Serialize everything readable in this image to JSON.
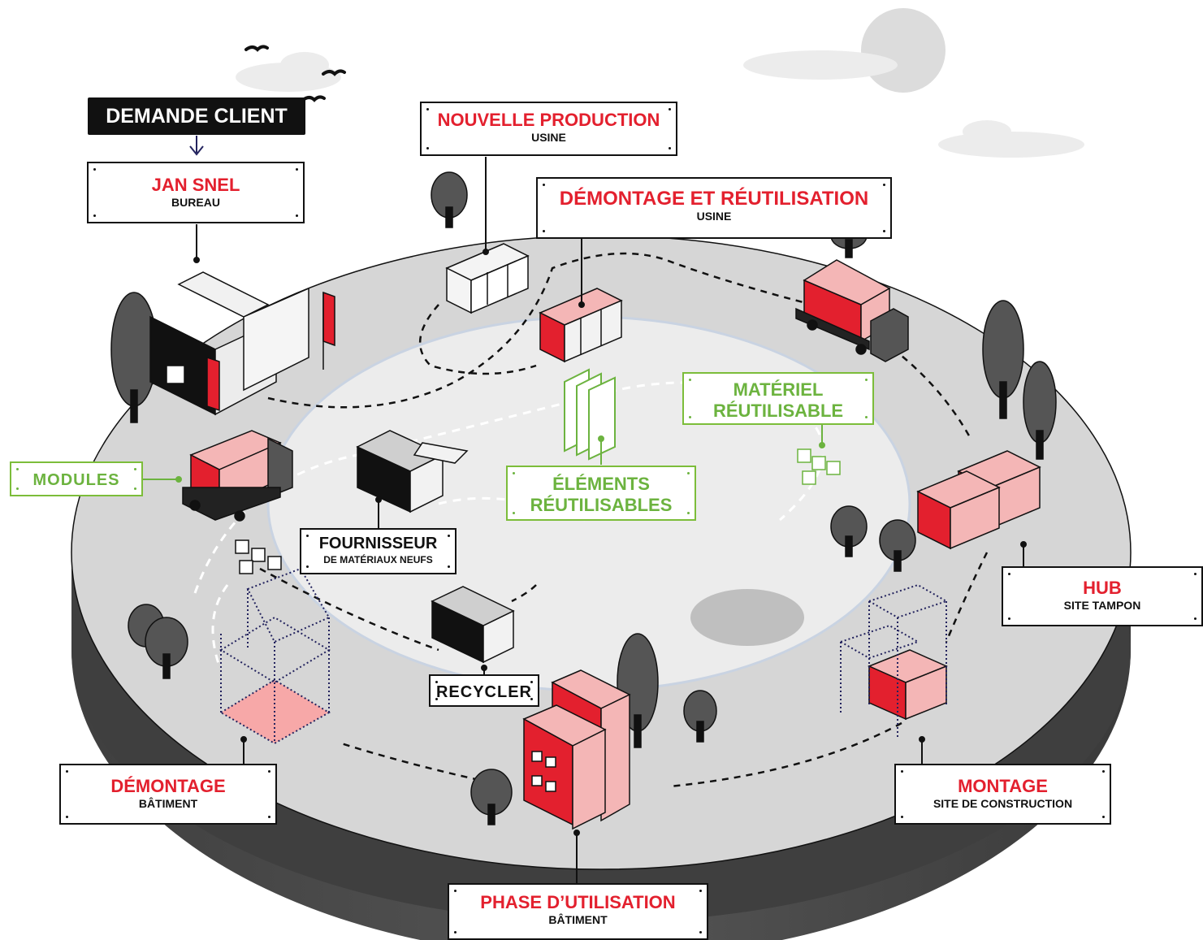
{
  "demande_client": "DEMANDE CLIENT",
  "labels": {
    "jan_snel": {
      "title": "JAN SNEL",
      "subtitle": "BUREAU"
    },
    "nouvelle_production": {
      "title": "NOUVELLE PRODUCTION",
      "subtitle": "USINE"
    },
    "demontage_reutilisation": {
      "title": "DÉMONTAGE ET RÉUTILISATION",
      "subtitle": "USINE"
    },
    "materiel_reutilisable": {
      "line1": "MATÉRIEL",
      "line2": "RÉUTILISABLE"
    },
    "modules": {
      "title": "MODULES"
    },
    "elements_reutilisables": {
      "line1": "ÉLÉMENTS",
      "line2": "RÉUTILISABLES"
    },
    "fournisseur": {
      "title": "FOURNISSEUR",
      "subtitle": "DE MATÉRIAUX NEUFS"
    },
    "recycler": {
      "title": "RECYCLER"
    },
    "hub": {
      "title": "HUB",
      "subtitle": "SITE TAMPON"
    },
    "demontage": {
      "title": "DÉMONTAGE",
      "subtitle": "BÂTIMENT"
    },
    "montage": {
      "title": "MONTAGE",
      "subtitle": "SITE DE CONSTRUCTION"
    },
    "phase_utilisation": {
      "title": "PHASE D’UTILISATION",
      "subtitle": "BÂTIMENT"
    }
  },
  "colors": {
    "accent_red": "#e3202e",
    "reuse_green": "#6cb33f",
    "ground": "#d6d6d6",
    "plinth": "#4a4a4a",
    "inner_area": "#ededed"
  }
}
